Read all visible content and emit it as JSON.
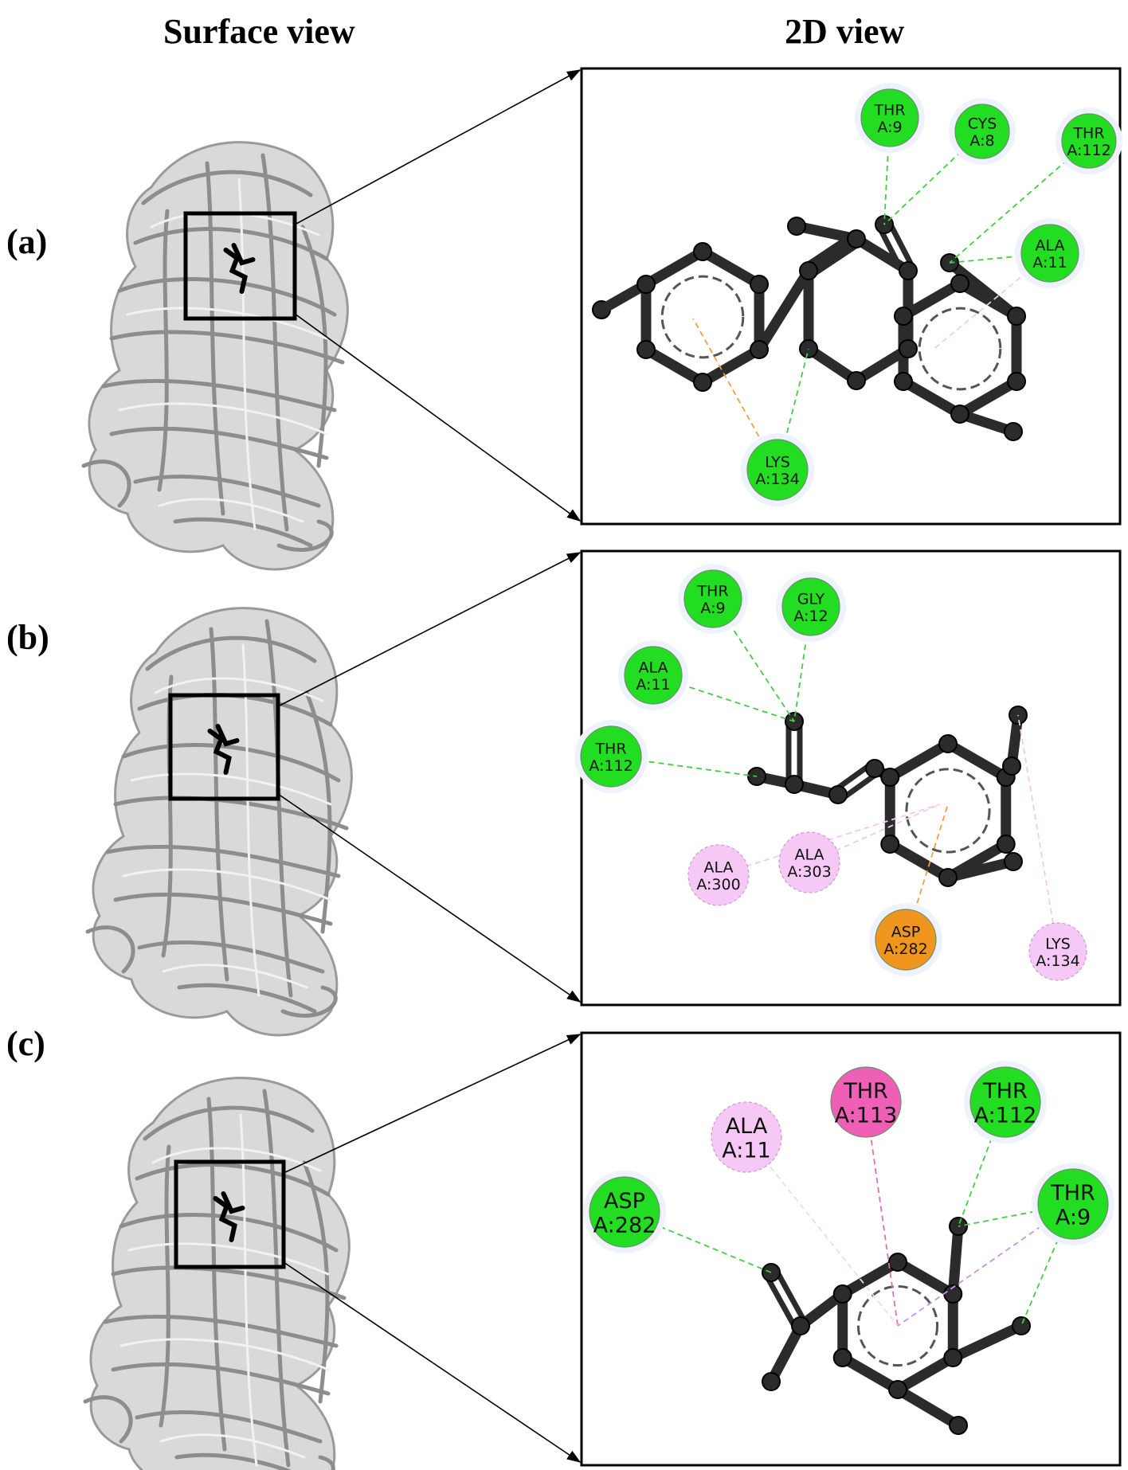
{
  "headings": {
    "surface": "Surface view",
    "view2d": "2D view"
  },
  "colors": {
    "hbond_green": "#22dd22",
    "pi_pink_light": "#f5c8f5",
    "pi_pink_strong": "#ee5fb5",
    "pi_anion_orange": "#f0951e",
    "ligand": "#2b2b2b",
    "protein": "#b8b8b8"
  },
  "panels": [
    {
      "label": "(a)",
      "residues": [
        {
          "name": "THR",
          "id": "A:9",
          "kind": "green"
        },
        {
          "name": "CYS",
          "id": "A:8",
          "kind": "green"
        },
        {
          "name": "THR",
          "id": "A:112",
          "kind": "green"
        },
        {
          "name": "ALA",
          "id": "A:11",
          "kind": "green"
        },
        {
          "name": "LYS",
          "id": "A:134",
          "kind": "green"
        }
      ]
    },
    {
      "label": "(b)",
      "residues": [
        {
          "name": "THR",
          "id": "A:9",
          "kind": "green"
        },
        {
          "name": "GLY",
          "id": "A:12",
          "kind": "green"
        },
        {
          "name": "ALA",
          "id": "A:11",
          "kind": "green"
        },
        {
          "name": "THR",
          "id": "A:112",
          "kind": "green"
        },
        {
          "name": "ALA",
          "id": "A:300",
          "kind": "pink"
        },
        {
          "name": "ALA",
          "id": "A:303",
          "kind": "pink"
        },
        {
          "name": "ASP",
          "id": "A:282",
          "kind": "orange"
        },
        {
          "name": "LYS",
          "id": "A:134",
          "kind": "pink"
        }
      ]
    },
    {
      "label": "(c)",
      "residues": [
        {
          "name": "THR",
          "id": "A:113",
          "kind": "magenta"
        },
        {
          "name": "THR",
          "id": "A:112",
          "kind": "green"
        },
        {
          "name": "ALA",
          "id": "A:11",
          "kind": "pink"
        },
        {
          "name": "ASP",
          "id": "A:282",
          "kind": "green"
        },
        {
          "name": "THR",
          "id": "A:9",
          "kind": "green"
        }
      ]
    }
  ]
}
